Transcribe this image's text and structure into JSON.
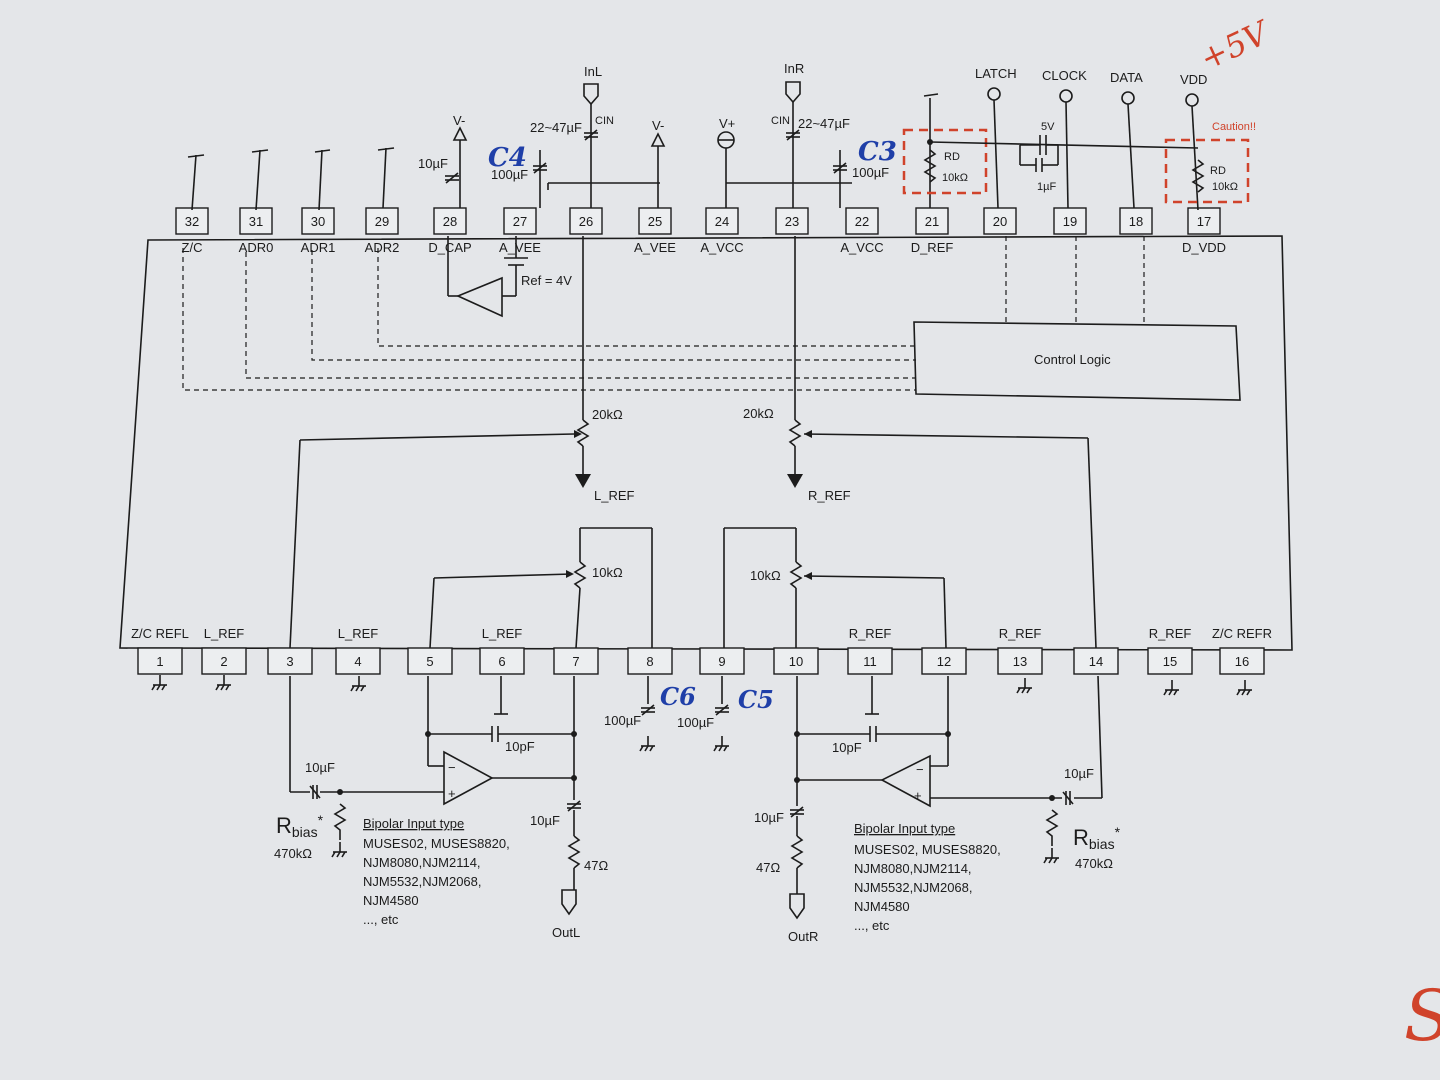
{
  "external": {
    "inl": "InL",
    "inr": "InR",
    "cin": "CIN",
    "cin_val": "22~47µF",
    "latch": "LATCH",
    "clock": "CLOCK",
    "data": "DATA",
    "vdd": "VDD",
    "v_minus": "V-",
    "v_plus": "V+",
    "c28": "10µF",
    "c27": "100µF",
    "c22": "100µF",
    "rd": "RD",
    "rd_val": "10kΩ",
    "cap5v": "5V",
    "cap1u": "1µF",
    "caution": "Caution!!",
    "ref4v": "Ref = 4V",
    "control_logic": "Control Logic",
    "r20k": "20kΩ",
    "r10k": "10kΩ",
    "l_ref_arrow": "L_REF",
    "r_ref_arrow": "R_REF",
    "c8": "100µF",
    "c9": "100µF",
    "c10p": "10pF",
    "c10u": "10µF",
    "r47": "47Ω",
    "outl": "OutL",
    "outr": "OutR",
    "rbias_main": "R",
    "rbias_sub": "bias",
    "rbias_star": "*",
    "rbias_val": "470kΩ",
    "bipolar_title": "Bipolar Input type",
    "bipolar_lines": [
      "MUSES02, MUSES8820,",
      "NJM8080,NJM2114,",
      "NJM5532,NJM2068,",
      "NJM4580",
      "..., etc"
    ]
  },
  "handwritten": {
    "c4": "C4",
    "c3": "C3",
    "c6": "C6",
    "c5": "C5",
    "plus5v": "+5V",
    "edge": "S"
  },
  "top_pins": [
    {
      "num": "32",
      "label": "Z/C"
    },
    {
      "num": "31",
      "label": "ADR0"
    },
    {
      "num": "30",
      "label": "ADR1"
    },
    {
      "num": "29",
      "label": "ADR2"
    },
    {
      "num": "28",
      "label": "D_CAP"
    },
    {
      "num": "27",
      "label": "A_VEE"
    },
    {
      "num": "26",
      "label": ""
    },
    {
      "num": "25",
      "label": "A_VEE"
    },
    {
      "num": "24",
      "label": "A_VCC"
    },
    {
      "num": "23",
      "label": ""
    },
    {
      "num": "22",
      "label": "A_VCC"
    },
    {
      "num": "21",
      "label": "D_REF"
    },
    {
      "num": "20",
      "label": ""
    },
    {
      "num": "19",
      "label": ""
    },
    {
      "num": "18",
      "label": ""
    },
    {
      "num": "17",
      "label": "D_VDD"
    }
  ],
  "bottom_pins": [
    {
      "num": "1",
      "label": "Z/C REFL"
    },
    {
      "num": "2",
      "label": "L_REF"
    },
    {
      "num": "3",
      "label": ""
    },
    {
      "num": "4",
      "label": "L_REF"
    },
    {
      "num": "5",
      "label": ""
    },
    {
      "num": "6",
      "label": "L_REF"
    },
    {
      "num": "7",
      "label": ""
    },
    {
      "num": "8",
      "label": ""
    },
    {
      "num": "9",
      "label": ""
    },
    {
      "num": "10",
      "label": ""
    },
    {
      "num": "11",
      "label": "R_REF"
    },
    {
      "num": "12",
      "label": ""
    },
    {
      "num": "13",
      "label": "R_REF"
    },
    {
      "num": "14",
      "label": ""
    },
    {
      "num": "15",
      "label": "R_REF"
    },
    {
      "num": "16",
      "label": "Z/C REFR"
    }
  ]
}
